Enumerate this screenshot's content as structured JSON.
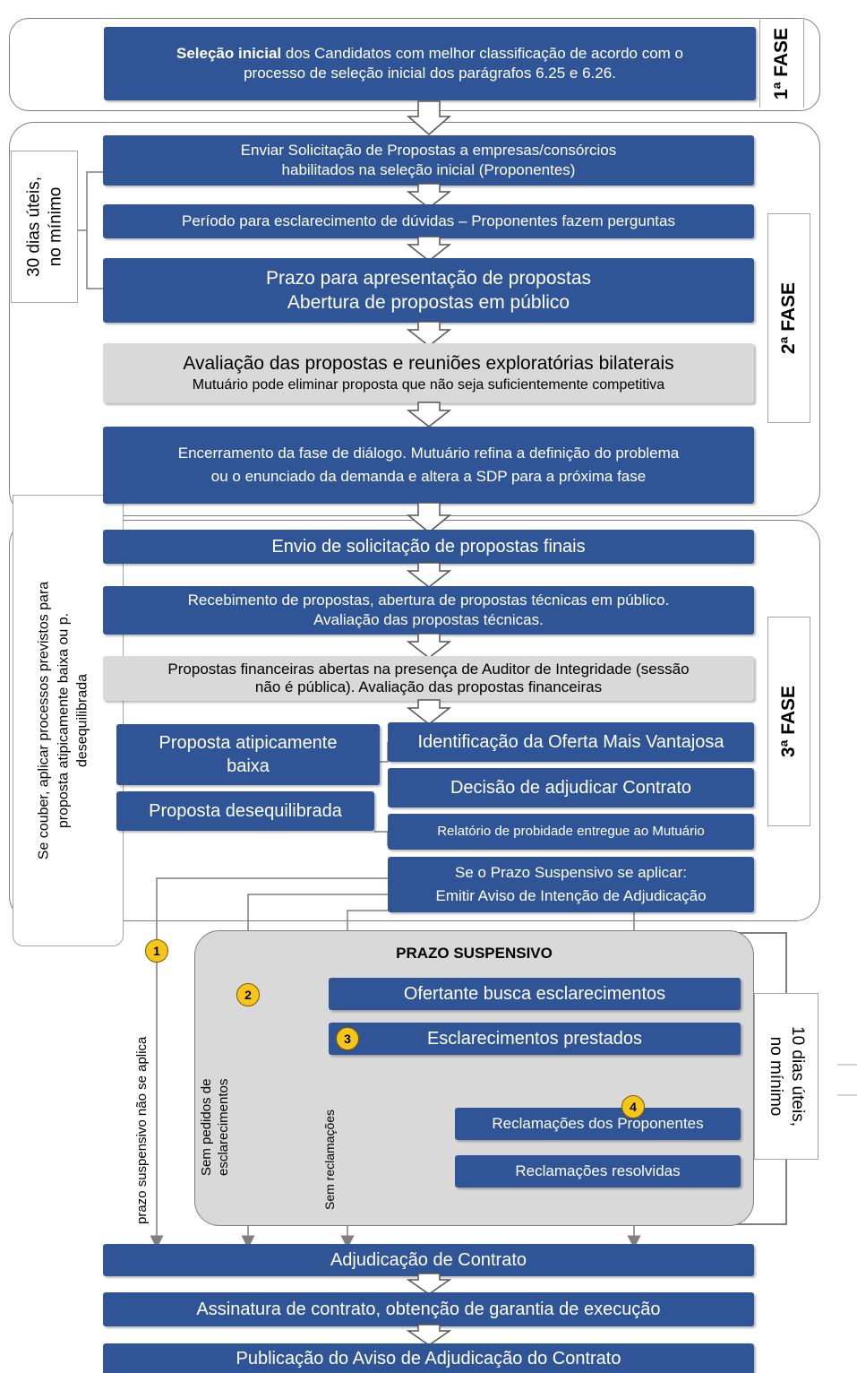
{
  "phases": {
    "p1": "1ª FASE",
    "p2": "2ª FASE",
    "p3": "3ª FASE"
  },
  "phase1": {
    "selecao_bold": "Seleção inicial",
    "selecao_rest": " dos Candidatos com melhor classificação de acordo com o",
    "selecao_line2": "processo de seleção inicial dos parágrafos 6.25 e 6.26."
  },
  "phase2": {
    "side_label_l1": "30 dias úteis,",
    "side_label_l2": "no mínimo",
    "enviar_l1": "Enviar Solicitação de Propostas a empresas/consórcios",
    "enviar_l2": "habilitados na seleção inicial (Proponentes)",
    "periodo": "Período para esclarecimento de dúvidas – Proponentes fazem perguntas",
    "prazo_l1": "Prazo para apresentação de propostas",
    "prazo_l2": "Abertura de propostas em público",
    "avaliacao_l1": "Avaliação das propostas e reuniões exploratórias bilaterais",
    "avaliacao_l2": "Mutuário pode eliminar proposta que não seja suficientemente competitiva",
    "encerramento_l1": "Encerramento da fase de diálogo. Mutuário refina a definição do problema",
    "encerramento_l2": "ou o enunciado da demanda e altera a SDP para a próxima fase"
  },
  "phase3": {
    "side_label_l1": "Se couber, aplicar processos previstos para",
    "side_label_l2": "proposta atipicamente baixa ou p.",
    "side_label_l3": "desequilibrada",
    "envio": "Envio de solicitação de propostas finais",
    "recebimento_l1": "Recebimento de propostas, abertura de propostas técnicas em público.",
    "recebimento_l2": "Avaliação das propostas técnicas.",
    "financeiras_l1": "Propostas financeiras abertas na presença de Auditor de Integridade (sessão",
    "financeiras_l2": "não é pública). Avaliação das propostas financeiras",
    "atipica_l1": "Proposta atipicamente",
    "atipica_l2": "baixa",
    "desequilibrada": "Proposta desequilibrada",
    "identificacao": "Identificação da Oferta Mais Vantajosa",
    "decisao": "Decisão de adjudicar Contrato",
    "relatorio": "Relatório de probidade entregue ao Mutuário",
    "aviso_l1": "Se o Prazo Suspensivo se aplicar:",
    "aviso_l2": "Emitir Aviso de Intenção de Adjudicação"
  },
  "standstill": {
    "title": "PRAZO SUSPENSIVO",
    "ofertante": "Ofertante busca esclarecimentos",
    "esclarecimentos": "Esclarecimentos prestados",
    "reclamacoes": "Reclamações dos Proponentes",
    "resolvidas": "Reclamações resolvidas",
    "side_label_l1": "10 dias úteis,",
    "side_label_l2": "no mínimo"
  },
  "paths": {
    "p1_label": "prazo suspensivo não se aplica",
    "p2_label_l1": "Sem pedidos de",
    "p2_label_l2": "esclarecimentos",
    "p3_label": "Sem reclamações",
    "badge1": "1",
    "badge2": "2",
    "badge3": "3",
    "badge4": "4"
  },
  "final": {
    "adjudicacao": "Adjudicação de Contrato",
    "assinatura": "Assinatura de contrato, obtenção de garantia de execução",
    "publicacao": "Publicação do Aviso de Adjudicação do Contrato"
  },
  "colors": {
    "box_blue": "#2f5597",
    "box_gray": "#d9d9d9",
    "standstill_bg": "#d9d9d9",
    "badge": "#f5c518",
    "frame": "#7f7f7f"
  }
}
